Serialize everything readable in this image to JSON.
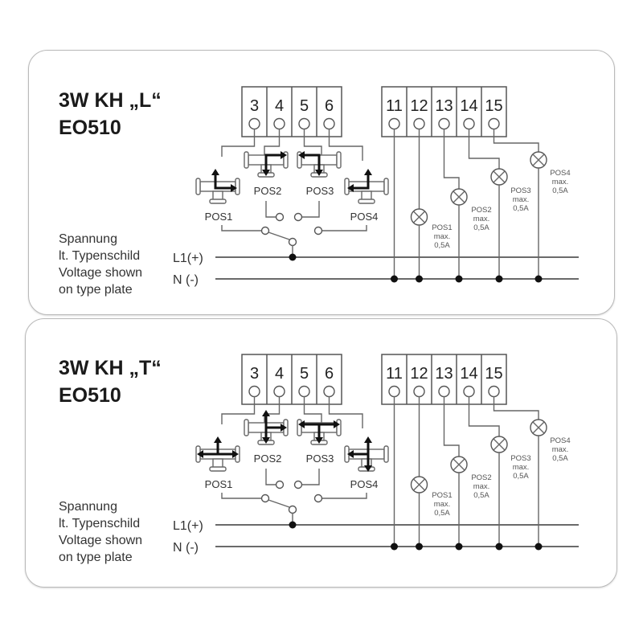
{
  "diagrams": [
    {
      "title_line1": "3W KH „L“",
      "title_line2": "EO510",
      "valve_terminals": [
        "3",
        "4",
        "5",
        "6"
      ],
      "lamp_terminals": [
        "11",
        "12",
        "13",
        "14",
        "15"
      ],
      "valve_labels": [
        "POS1",
        "POS2",
        "POS3",
        "POS4"
      ],
      "lamps": [
        {
          "pos": "POS1",
          "max": "max.",
          "current": "0,5A"
        },
        {
          "pos": "POS2",
          "max": "max.",
          "current": "0,5A"
        },
        {
          "pos": "POS3",
          "max": "max.",
          "current": "0,5A"
        },
        {
          "pos": "POS4",
          "max": "max.",
          "current": "0,5A"
        }
      ],
      "voltage_note": [
        "Spannung",
        "lt. Typenschild",
        "Voltage shown",
        "on type plate"
      ],
      "line_l1": "L1(+)",
      "line_n": "N (-)"
    },
    {
      "title_line1": "3W KH „T“",
      "title_line2": "EO510",
      "valve_terminals": [
        "3",
        "4",
        "5",
        "6"
      ],
      "lamp_terminals": [
        "11",
        "12",
        "13",
        "14",
        "15"
      ],
      "valve_labels": [
        "POS1",
        "POS2",
        "POS3",
        "POS4"
      ],
      "lamps": [
        {
          "pos": "POS1",
          "max": "max.",
          "current": "0,5A"
        },
        {
          "pos": "POS2",
          "max": "max.",
          "current": "0,5A"
        },
        {
          "pos": "POS3",
          "max": "max.",
          "current": "0,5A"
        },
        {
          "pos": "POS4",
          "max": "max.",
          "current": "0,5A"
        }
      ],
      "voltage_note": [
        "Spannung",
        "lt. Typenschild",
        "Voltage shown",
        "on type plate"
      ],
      "line_l1": "L1(+)",
      "line_n": "N (-)"
    }
  ],
  "colors": {
    "line": "#555555",
    "arrow": "#111111",
    "border": "#b9b9b9"
  }
}
